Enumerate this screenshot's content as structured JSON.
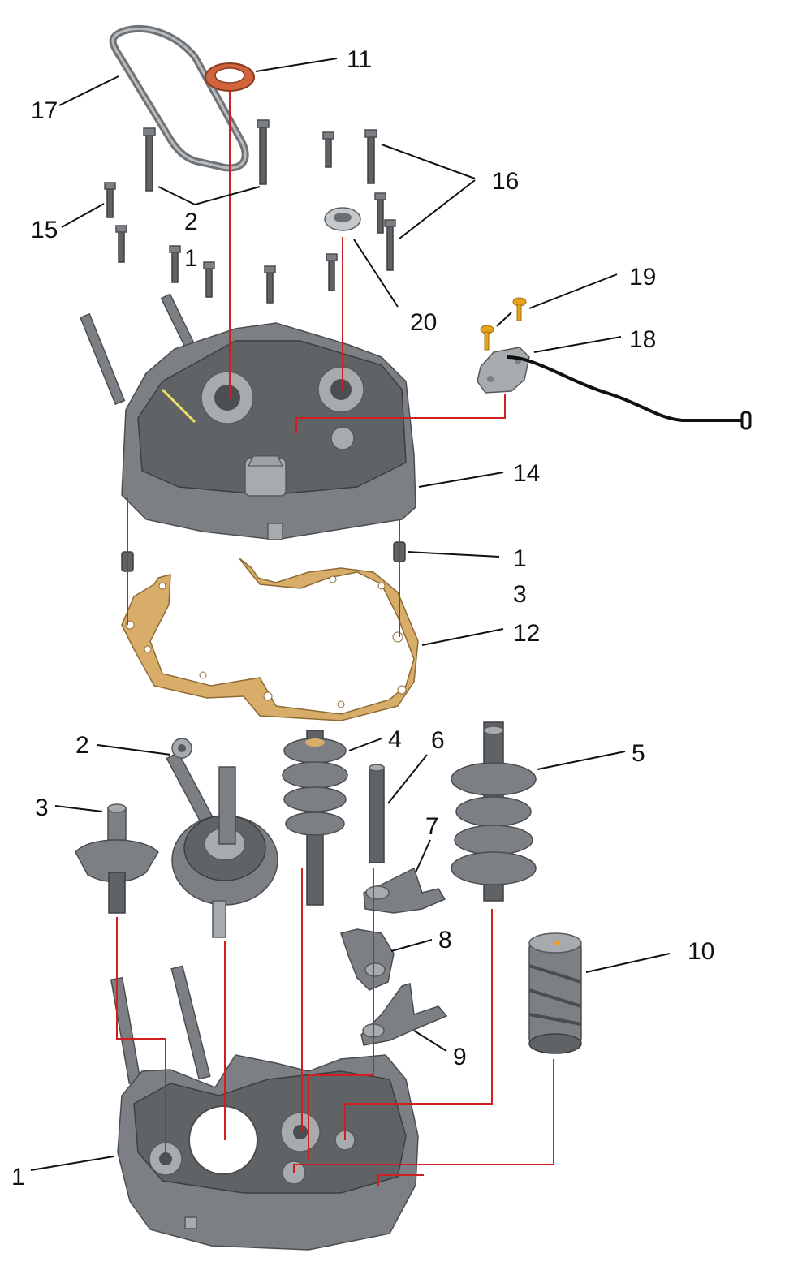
{
  "callouts": {
    "c17": "17",
    "c11": "11",
    "c16": "16",
    "c15": "15",
    "c2_top": "2",
    "c1_top": "1",
    "c20": "20",
    "c19": "19",
    "c18": "18",
    "c14": "14",
    "c1_dowel": "1",
    "c3_mid": "3",
    "c12": "12",
    "c2_rod": "2",
    "c4": "4",
    "c6": "6",
    "c5": "5",
    "c3_balancer": "3",
    "c7": "7",
    "c8": "8",
    "c10": "10",
    "c9": "9",
    "c1_bottom": "1"
  },
  "colors": {
    "leader_line": "#111111",
    "assembly_line": "#d11f1f",
    "casting_metal": "#7c8084",
    "gasket_paper": "#d8ad6a",
    "oil_seal": "#d0643c",
    "screws": "#e5a21f",
    "wire": "#111111"
  }
}
